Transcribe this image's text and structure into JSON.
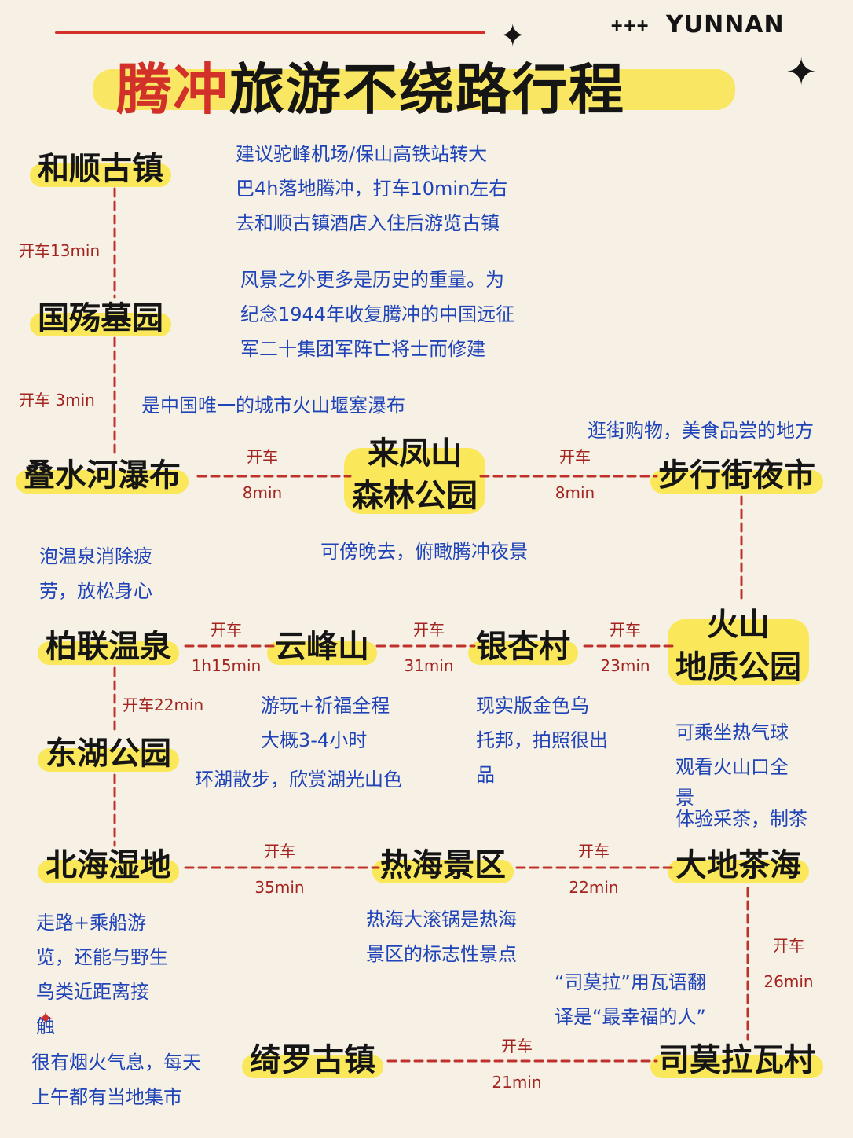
{
  "header": {
    "brand": "YUNNAN",
    "plus_marks": "+++",
    "title_highlight": "腾冲",
    "title_rest": "旅游不绕路行程"
  },
  "nodes": {
    "heshun": "和顺古镇",
    "guoshang": "国殇墓园",
    "dieshui": "叠水河瀑布",
    "laifeng_1": "来凤山",
    "laifeng_2": "森林公园",
    "buxingjie": "步行街夜市",
    "huoshan_1": "火山",
    "huoshan_2": "地质公园",
    "bolian": "柏联温泉",
    "yunfeng": "云峰山",
    "yinxing": "银杏村",
    "donghu": "东湖公园",
    "beihai": "北海湿地",
    "rehai": "热海景区",
    "dadi": "大地茶海",
    "qiluo": "绮罗古镇",
    "simola": "司莫拉瓦村"
  },
  "notes": {
    "heshun": [
      "建议驼峰机场/保山高铁站转大",
      "巴4h落地腾冲，打车10min左右",
      "去和顺古镇酒店入住后游览古镇"
    ],
    "guoshang": [
      "风景之外更多是历史的重量。为",
      "纪念1944年收复腾冲的中国远征",
      "军二十集团军阵亡将士而修建"
    ],
    "dieshui": [
      "是中国唯一的城市火山堰塞瀑布"
    ],
    "buxingjie": [
      "逛街购物，美食品尝的地方"
    ],
    "laifeng": [
      "可傍晚去，俯瞰腾冲夜景"
    ],
    "bolian": [
      "泡温泉消除疲",
      "劳，放松身心"
    ],
    "yunfeng": [
      "游玩+祈福全程",
      "大概3-4小时"
    ],
    "donghu": [
      "环湖散步，欣赏湖光山色"
    ],
    "yinxing": [
      "现实版金色乌",
      "托邦，拍照很出",
      "品"
    ],
    "huoshan": [
      "可乘坐热气球",
      "观看火山口全",
      "景"
    ],
    "dadi": [
      "体验采茶，制茶"
    ],
    "beihai": [
      "走路+乘船游",
      "览，还能与野生",
      "鸟类近距离接",
      "触"
    ],
    "rehai": [
      "热海大滚锅是热海",
      "景区的标志性景点"
    ],
    "simola": [
      "“司莫拉”用瓦语翻",
      "译是“最幸福的人”"
    ],
    "qiluo": [
      "很有烟火气息，每天",
      "上午都有当地集市"
    ]
  },
  "legs": {
    "heshun_guoshang": [
      "开车13min"
    ],
    "guoshang_dieshui": [
      "开车 3min"
    ],
    "dieshui_laifeng": [
      "开车",
      "8min"
    ],
    "laifeng_buxingjie": [
      "开车",
      "8min"
    ],
    "bolian_yunfeng": [
      "开车",
      "1h15min"
    ],
    "yunfeng_yinxing": [
      "开车",
      "31min"
    ],
    "yinxing_huoshan": [
      "开车",
      "23min"
    ],
    "bolian_donghu": [
      "开车22min"
    ],
    "beihai_rehai": [
      "开车",
      "35min"
    ],
    "rehai_dadi": [
      "开车",
      "22min"
    ],
    "dadi_simola": [
      "开车",
      "26min"
    ],
    "qiluo_simola": [
      "开车",
      "21min"
    ]
  },
  "colors": {
    "background": "#f6f1e4",
    "route_line": "#c0312b",
    "highlight": "#fae85a",
    "note_text": "#1f43b8",
    "leg_text": "#a32420",
    "title_accent": "#d2312a"
  }
}
